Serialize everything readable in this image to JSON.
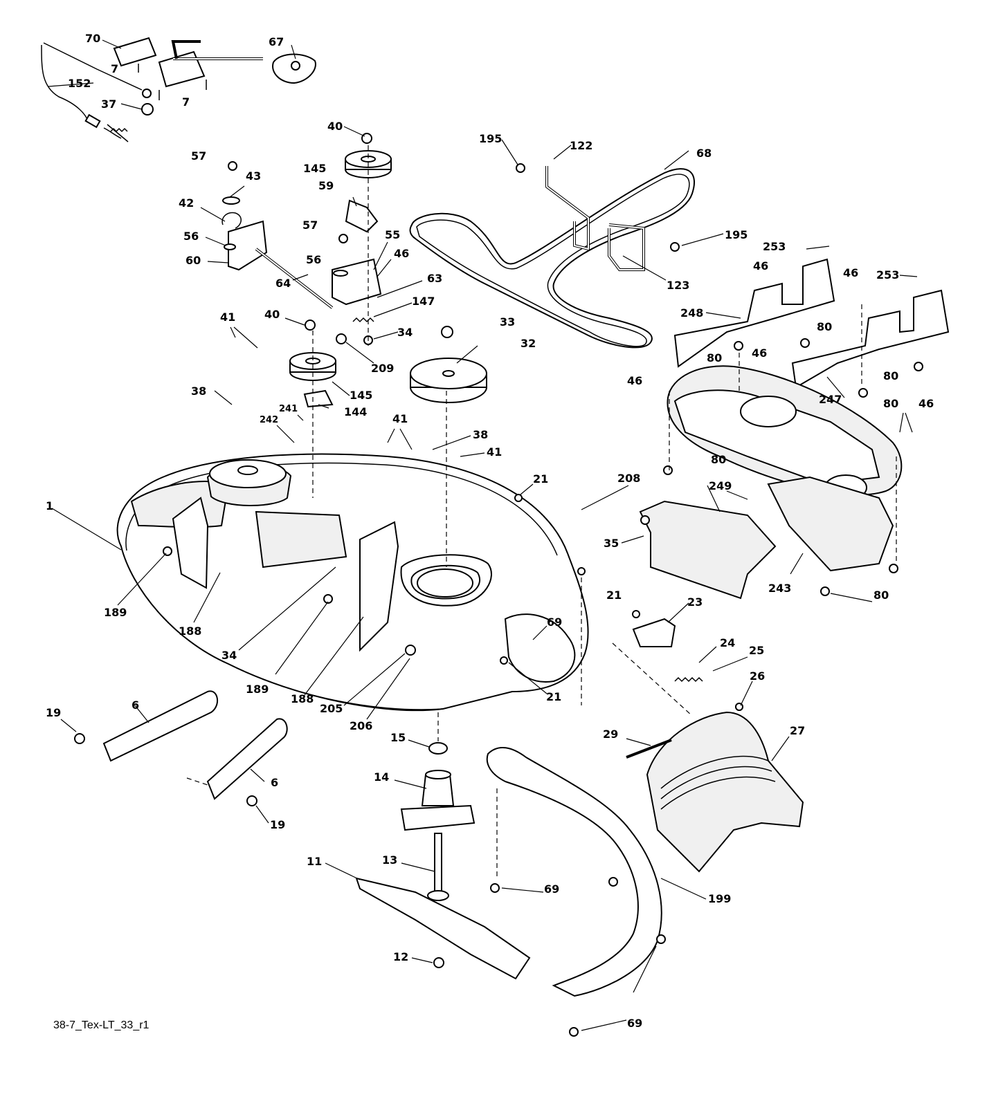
{
  "drawing_code": "38-7_Tex-LT_33_r1",
  "callouts": [
    {
      "id": "c70",
      "text": "70"
    },
    {
      "id": "c67",
      "text": "67"
    },
    {
      "id": "c7a",
      "text": "7"
    },
    {
      "id": "c7b",
      "text": "7"
    },
    {
      "id": "c152",
      "text": "152"
    },
    {
      "id": "c37",
      "text": "37"
    },
    {
      "id": "c40a",
      "text": "40"
    },
    {
      "id": "c195a",
      "text": "195"
    },
    {
      "id": "c122",
      "text": "122"
    },
    {
      "id": "c68",
      "text": "68"
    },
    {
      "id": "c57a",
      "text": "57"
    },
    {
      "id": "c43",
      "text": "43"
    },
    {
      "id": "c145a",
      "text": "145"
    },
    {
      "id": "c42",
      "text": "42"
    },
    {
      "id": "c59",
      "text": "59"
    },
    {
      "id": "c57b",
      "text": "57"
    },
    {
      "id": "c55",
      "text": "55"
    },
    {
      "id": "c56a",
      "text": "56"
    },
    {
      "id": "c56b",
      "text": "56"
    },
    {
      "id": "c46a",
      "text": "46"
    },
    {
      "id": "c60",
      "text": "60"
    },
    {
      "id": "c63",
      "text": "63"
    },
    {
      "id": "c64",
      "text": "64"
    },
    {
      "id": "c147",
      "text": "147"
    },
    {
      "id": "c195b",
      "text": "195"
    },
    {
      "id": "c123",
      "text": "123"
    },
    {
      "id": "c253a",
      "text": "253"
    },
    {
      "id": "c46b",
      "text": "46"
    },
    {
      "id": "c46c",
      "text": "46"
    },
    {
      "id": "c253b",
      "text": "253"
    },
    {
      "id": "c41a",
      "text": "41"
    },
    {
      "id": "c40b",
      "text": "40"
    },
    {
      "id": "c33",
      "text": "33"
    },
    {
      "id": "c34a",
      "text": "34"
    },
    {
      "id": "c248",
      "text": "248"
    },
    {
      "id": "c80a",
      "text": "80"
    },
    {
      "id": "c32",
      "text": "32"
    },
    {
      "id": "c209",
      "text": "209"
    },
    {
      "id": "c80b",
      "text": "80"
    },
    {
      "id": "c46d",
      "text": "46"
    },
    {
      "id": "c80c",
      "text": "80"
    },
    {
      "id": "c46e",
      "text": "46"
    },
    {
      "id": "c38a",
      "text": "38"
    },
    {
      "id": "c145b",
      "text": "145"
    },
    {
      "id": "c247",
      "text": "247"
    },
    {
      "id": "c80d",
      "text": "80"
    },
    {
      "id": "c241",
      "text": "241"
    },
    {
      "id": "c144",
      "text": "144"
    },
    {
      "id": "c46f",
      "text": "46"
    },
    {
      "id": "c41b",
      "text": "41"
    },
    {
      "id": "c242",
      "text": "242"
    },
    {
      "id": "c38b",
      "text": "38"
    },
    {
      "id": "c41c",
      "text": "41"
    },
    {
      "id": "c80e",
      "text": "80"
    },
    {
      "id": "c21a",
      "text": "21"
    },
    {
      "id": "c208",
      "text": "208"
    },
    {
      "id": "c249",
      "text": "249"
    },
    {
      "id": "c1",
      "text": "1"
    },
    {
      "id": "c35",
      "text": "35"
    },
    {
      "id": "c21b",
      "text": "21"
    },
    {
      "id": "c243",
      "text": "243"
    },
    {
      "id": "c80f",
      "text": "80"
    },
    {
      "id": "c189a",
      "text": "189"
    },
    {
      "id": "c23",
      "text": "23"
    },
    {
      "id": "c188a",
      "text": "188"
    },
    {
      "id": "c34b",
      "text": "34"
    },
    {
      "id": "c69a",
      "text": "69"
    },
    {
      "id": "c24",
      "text": "24"
    },
    {
      "id": "c25",
      "text": "25"
    },
    {
      "id": "c189b",
      "text": "189"
    },
    {
      "id": "c188b",
      "text": "188"
    },
    {
      "id": "c21c",
      "text": "21"
    },
    {
      "id": "c26",
      "text": "26"
    },
    {
      "id": "c205",
      "text": "205"
    },
    {
      "id": "c206",
      "text": "206"
    },
    {
      "id": "c6a",
      "text": "6"
    },
    {
      "id": "c19a",
      "text": "19"
    },
    {
      "id": "c15",
      "text": "15"
    },
    {
      "id": "c29",
      "text": "29"
    },
    {
      "id": "c27",
      "text": "27"
    },
    {
      "id": "c14",
      "text": "14"
    },
    {
      "id": "c6b",
      "text": "6"
    },
    {
      "id": "c19b",
      "text": "19"
    },
    {
      "id": "c11",
      "text": "11"
    },
    {
      "id": "c13",
      "text": "13"
    },
    {
      "id": "c69b",
      "text": "69"
    },
    {
      "id": "c199",
      "text": "199"
    },
    {
      "id": "c12",
      "text": "12"
    },
    {
      "id": "c69c",
      "text": "69"
    }
  ]
}
